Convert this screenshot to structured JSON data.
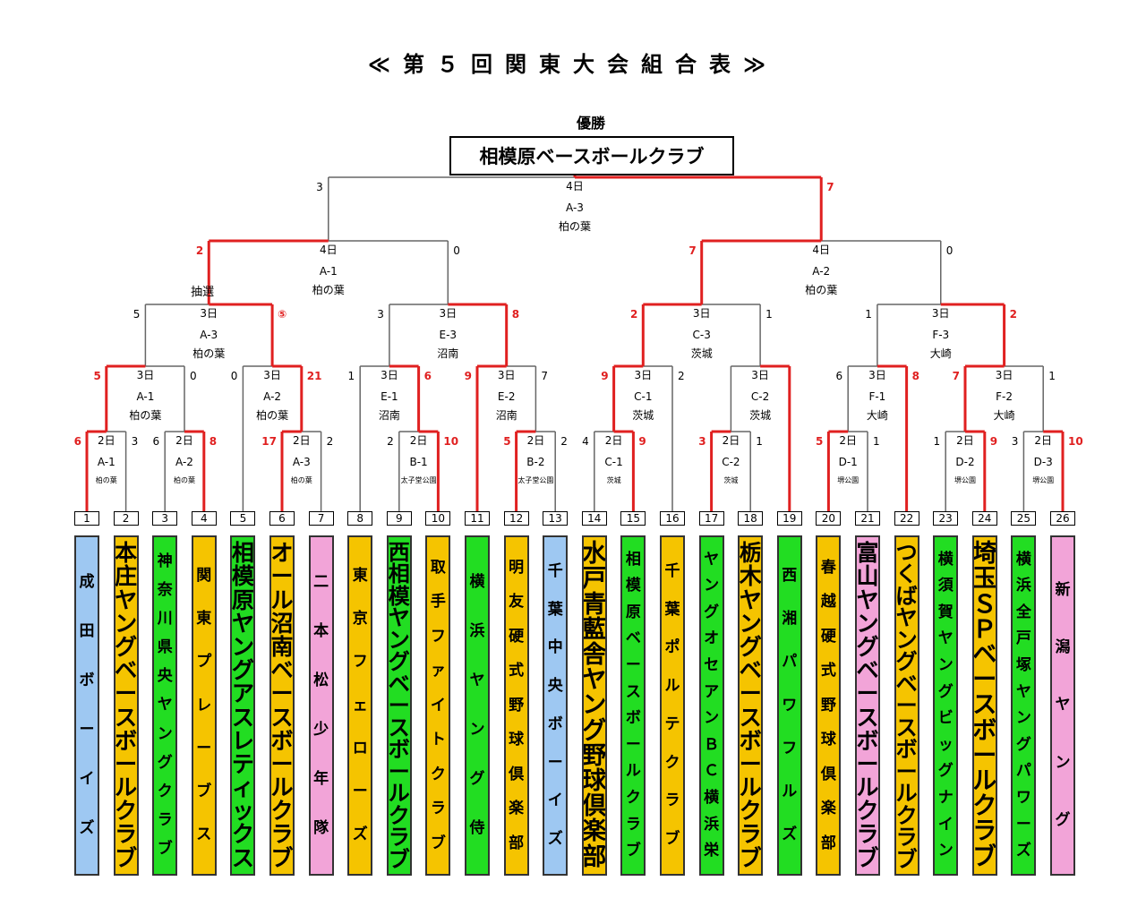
{
  "title": "≪第５回関東大会組合表≫",
  "champion_label": "優勝",
  "champion": "相模原ベースボールクラブ",
  "colors": {
    "win": "#e02020",
    "lose": "#666666",
    "blue": "#9ec8f2",
    "yellow": "#f5c400",
    "green": "#22dd22",
    "pink": "#f2a4d8"
  },
  "teams": [
    {
      "no": "1",
      "name": "成田ボーイズ",
      "color": "blue"
    },
    {
      "no": "2",
      "name": "本庄ヤングベースボールクラブ",
      "color": "yellow"
    },
    {
      "no": "3",
      "name": "神奈川県央ヤングクラブ",
      "color": "green"
    },
    {
      "no": "4",
      "name": "関東プレーブス",
      "color": "yellow"
    },
    {
      "no": "5",
      "name": "相模原ヤングアスレティックス",
      "color": "green"
    },
    {
      "no": "6",
      "name": "オール沼南ベースボールクラブ",
      "color": "yellow"
    },
    {
      "no": "7",
      "name": "二本松少年隊",
      "color": "pink"
    },
    {
      "no": "8",
      "name": "東京フェローズ",
      "color": "yellow"
    },
    {
      "no": "9",
      "name": "西相模ヤングベースボールクラブ",
      "color": "green"
    },
    {
      "no": "10",
      "name": "取手ファイトクラブ",
      "color": "yellow"
    },
    {
      "no": "11",
      "name": "横浜ヤング侍",
      "color": "green"
    },
    {
      "no": "12",
      "name": "明友硬式野球倶楽部",
      "color": "yellow"
    },
    {
      "no": "13",
      "name": "千葉中央ボーイズ",
      "color": "blue"
    },
    {
      "no": "14",
      "name": "水戸青藍舎ヤング野球倶楽部",
      "color": "yellow"
    },
    {
      "no": "15",
      "name": "相模原ベースボールクラブ",
      "color": "green"
    },
    {
      "no": "16",
      "name": "千葉ポルテクラブ",
      "color": "yellow"
    },
    {
      "no": "17",
      "name": "ヤングオセアンＢＣ横浜栄",
      "color": "green"
    },
    {
      "no": "18",
      "name": "栃木ヤングベースボールクラブ",
      "color": "yellow"
    },
    {
      "no": "19",
      "name": "西湘パワフルズ",
      "color": "green"
    },
    {
      "no": "20",
      "name": "春越硬式野球倶楽部",
      "color": "yellow"
    },
    {
      "no": "21",
      "name": "富山ヤングベースボールクラブ",
      "color": "pink"
    },
    {
      "no": "22",
      "name": "つくばヤングベースボールクラブ",
      "color": "yellow"
    },
    {
      "no": "23",
      "name": "横須賀ヤングビッグナイン",
      "color": "green"
    },
    {
      "no": "24",
      "name": "埼玉ＳＰベースボールクラブ",
      "color": "yellow"
    },
    {
      "no": "25",
      "name": "横浜全戸塚ヤングパワーズ",
      "color": "green"
    },
    {
      "no": "26",
      "name": "新潟ヤング",
      "color": "pink"
    }
  ],
  "matches": [
    {
      "id": "r1a",
      "day": "2日",
      "code": "A-1",
      "venue": "柏の葉",
      "left": "6",
      "right": "3",
      "winner": "L",
      "lA": "1",
      "lB": "2"
    },
    {
      "id": "r1b",
      "day": "2日",
      "code": "A-2",
      "venue": "柏の葉",
      "left": "6",
      "right": "8",
      "winner": "R",
      "lA": "3",
      "lB": "4"
    },
    {
      "id": "r1c",
      "day": "2日",
      "code": "A-3",
      "venue": "柏の葉",
      "left": "17",
      "right": "2",
      "winner": "L",
      "lA": "6",
      "lB": "7"
    },
    {
      "id": "r1d",
      "day": "2日",
      "code": "B-1",
      "venue": "太子堂公園",
      "left": "2",
      "right": "10",
      "winner": "R",
      "lA": "9",
      "lB": "10"
    },
    {
      "id": "r1e",
      "day": "2日",
      "code": "B-2",
      "venue": "太子堂公園",
      "left": "5",
      "right": "2",
      "winner": "L",
      "lA": "12",
      "lB": "13"
    },
    {
      "id": "r1f",
      "day": "2日",
      "code": "C-1",
      "venue": "茨城",
      "left": "4",
      "right": "9",
      "winner": "R",
      "lA": "14",
      "lB": "15"
    },
    {
      "id": "r1g",
      "day": "2日",
      "code": "C-2",
      "venue": "茨城",
      "left": "3",
      "right": "1",
      "winner": "L",
      "lA": "17",
      "lB": "18"
    },
    {
      "id": "r1h",
      "day": "2日",
      "code": "D-1",
      "venue": "堺公園",
      "left": "5",
      "right": "1",
      "winner": "L",
      "lA": "20",
      "lB": "21"
    },
    {
      "id": "r1i",
      "day": "2日",
      "code": "D-2",
      "venue": "堺公園",
      "left": "1",
      "right": "9",
      "winner": "R",
      "lA": "23",
      "lB": "24"
    },
    {
      "id": "r1j",
      "day": "2日",
      "code": "D-3",
      "venue": "堺公園",
      "left": "3",
      "right": "10",
      "winner": "R",
      "lA": "25",
      "lB": "26"
    },
    {
      "id": "r2a",
      "day": "3日",
      "code": "A-1",
      "venue": "柏の葉",
      "left": "5",
      "right": "0",
      "winner": "L",
      "lA": "r1a",
      "lB": "r1b"
    },
    {
      "id": "r2b",
      "day": "3日",
      "code": "A-2",
      "venue": "柏の葉",
      "left": "0",
      "right": "21",
      "winner": "R",
      "lA": "5",
      "lB": "r1c"
    },
    {
      "id": "r2c",
      "day": "3日",
      "code": "E-1",
      "venue": "沼南",
      "left": "1",
      "right": "6",
      "winner": "R",
      "lA": "8",
      "lB": "r1d"
    },
    {
      "id": "r2d",
      "day": "3日",
      "code": "E-2",
      "venue": "沼南",
      "left": "9",
      "right": "7",
      "winner": "L",
      "lA": "11",
      "lB": "r1e"
    },
    {
      "id": "r2e",
      "day": "3日",
      "code": "C-1",
      "venue": "茨城",
      "left": "9",
      "right": "2",
      "winner": "L",
      "lA": "r1f",
      "lB": "16"
    },
    {
      "id": "r2f",
      "day": "3日",
      "code": "C-2",
      "venue": "茨城",
      "left": "",
      "right": "",
      "winner": "R",
      "lA": "r1g",
      "lB": "19"
    },
    {
      "id": "r2g",
      "day": "3日",
      "code": "F-1",
      "venue": "大崎",
      "left": "6",
      "right": "8",
      "winner": "R",
      "lA": "r1h",
      "lB": "22"
    },
    {
      "id": "r2h",
      "day": "3日",
      "code": "F-2",
      "venue": "大崎",
      "left": "7",
      "right": "1",
      "winner": "L",
      "lA": "r1i",
      "lB": "r1j"
    },
    {
      "id": "r3a",
      "day": "3日",
      "code": "A-3",
      "venue": "柏の葉",
      "left": "5",
      "right": "⑤",
      "winner": "R",
      "lA": "r2a",
      "lB": "r2b"
    },
    {
      "id": "r3b",
      "day": "3日",
      "code": "E-3",
      "venue": "沼南",
      "left": "3",
      "right": "8",
      "winner": "R",
      "lA": "r2c",
      "lB": "r2d"
    },
    {
      "id": "r3c",
      "day": "3日",
      "code": "C-3",
      "venue": "茨城",
      "left": "2",
      "right": "1",
      "winner": "L",
      "lA": "r2e",
      "lB": "r2f"
    },
    {
      "id": "r3d",
      "day": "3日",
      "code": "F-3",
      "venue": "大崎",
      "left": "1",
      "right": "2",
      "winner": "R",
      "lA": "r2g",
      "lB": "r2h"
    },
    {
      "id": "r4a",
      "day": "4日",
      "code": "A-1",
      "venue": "柏の葉",
      "left": "2",
      "right": "0",
      "winner": "L",
      "lA": "r3a",
      "lB": "r3b"
    },
    {
      "id": "r4b",
      "day": "4日",
      "code": "A-2",
      "venue": "柏の葉",
      "left": "7",
      "right": "0",
      "winner": "L",
      "lA": "r3c",
      "lB": "r3d"
    },
    {
      "id": "final",
      "day": "4日",
      "code": "A-3",
      "venue": "柏の葉",
      "left": "3",
      "right": "7",
      "winner": "R",
      "lA": "r4a",
      "lB": "r4b"
    }
  ],
  "notes": {
    "lottery": "抽選"
  }
}
